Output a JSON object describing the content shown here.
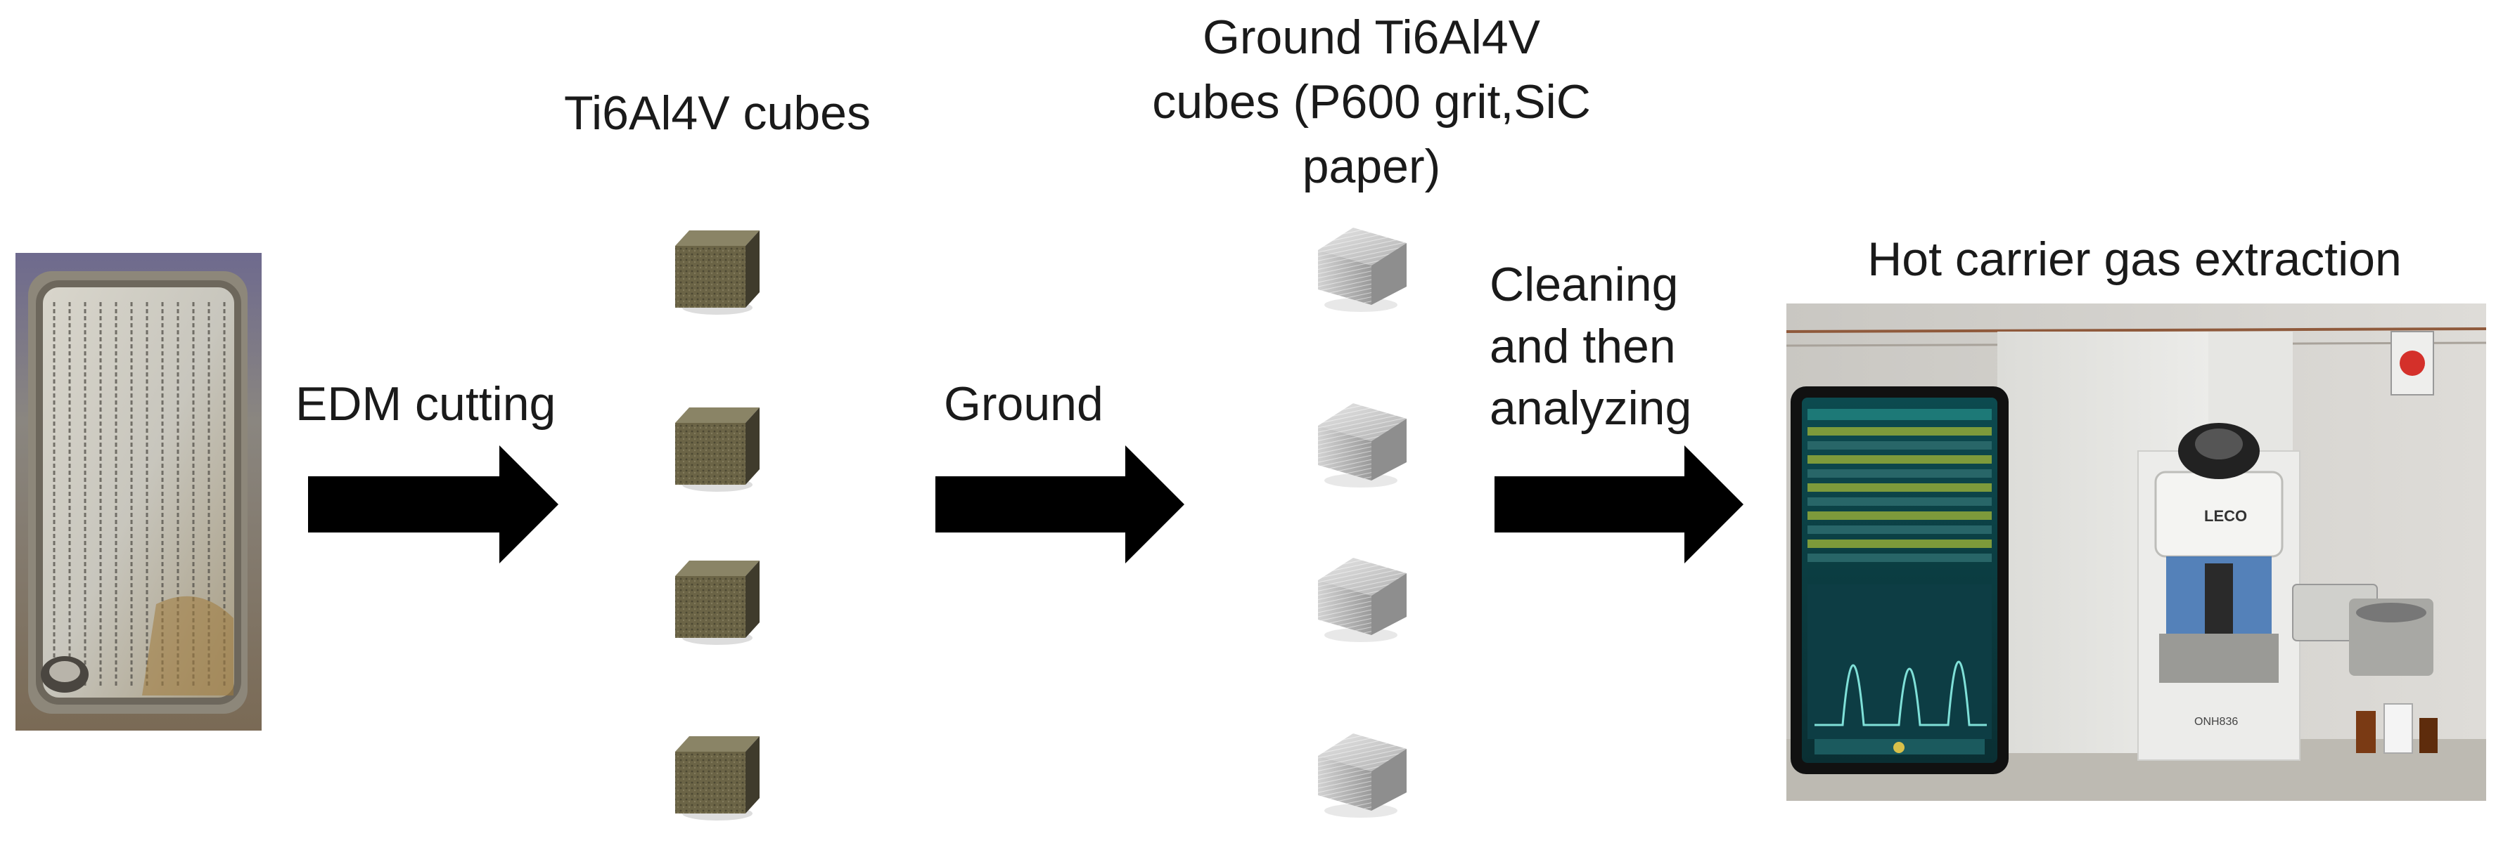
{
  "steps": {
    "edm_label": "EDM cutting",
    "cubes_label": "Ti6Al4V cubes",
    "ground_label": "Ground",
    "ground_cubes_label_lines": [
      "Ground Ti6Al4V",
      "cubes (P600 grit,SiC",
      "paper)"
    ],
    "cleaning_label_lines": [
      "Cleaning",
      "and then",
      "analyzing"
    ],
    "extraction_label": "Hot carrier gas extraction"
  },
  "instrument": {
    "brand": "LECO",
    "model": "ONH836"
  },
  "colors": {
    "arrow": "#000000",
    "raw_cube": "#6b6446",
    "ground_cube": "#b8b8b8",
    "plate": "#9c9a94",
    "instrument_body": "#e9e9e6",
    "screen": "#0f3a3f"
  }
}
